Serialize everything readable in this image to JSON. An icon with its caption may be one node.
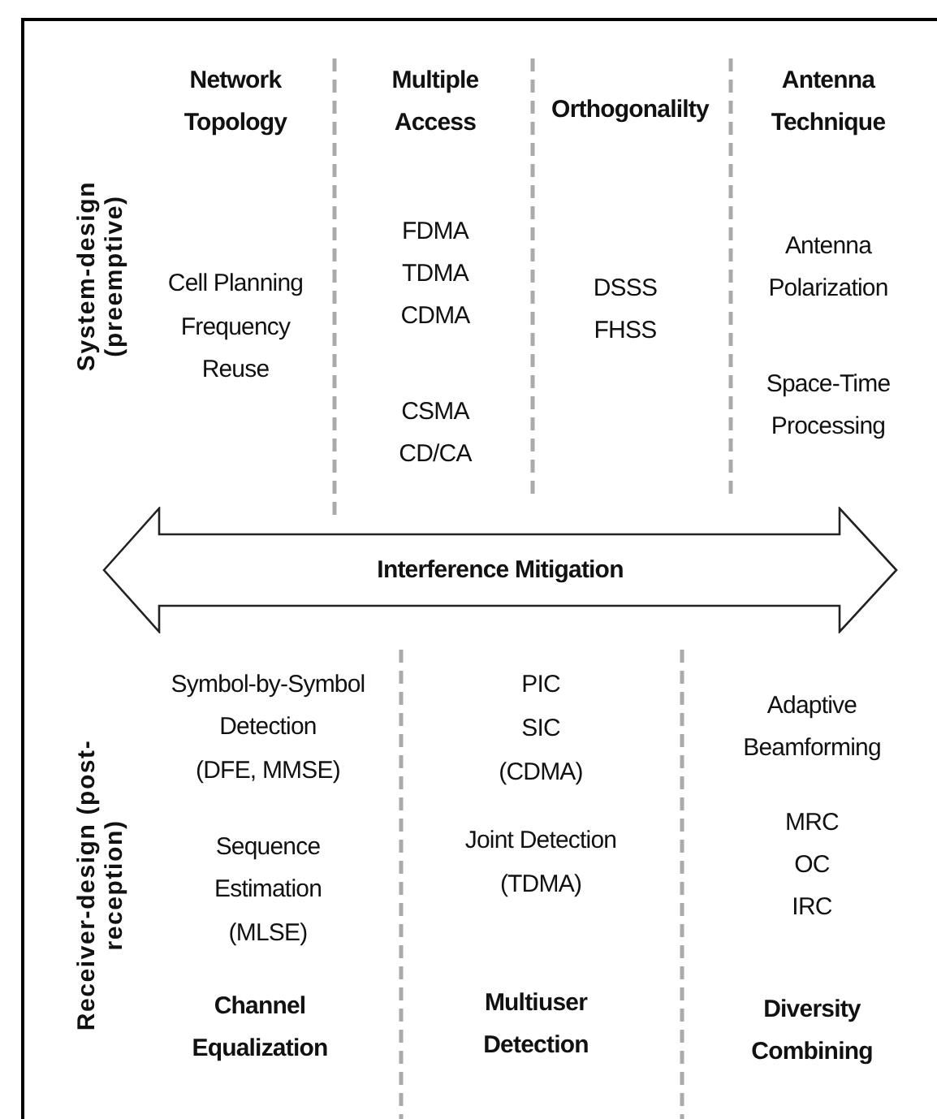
{
  "diagram": {
    "nodes": [
      {
        "text": [
          "Interference Mitigation"
        ]
      }
    ],
    "labels": [
      "System-design (preemptive)",
      "Network Topology",
      "Multiple Access",
      "Orthogonalilty",
      "Antenna Technique",
      "Cell Planning",
      "Frequency Reuse",
      "FDMA",
      "TDMA",
      "CDMA",
      "CSMA",
      "CD/CA",
      "DSSS",
      "FHSS",
      "Antenna Polarization",
      "Space-Time Processing",
      "Receiver-design (post-reception)",
      "Symbol-by-Symbol Detection",
      "(DFE, MMSE)",
      "Sequence Estimation",
      "(MLSE)",
      "PIC",
      "SIC",
      "(CDMA)",
      "Joint Detection",
      "(TDMA)",
      "Adaptive Beamforming",
      "MRC",
      "OC",
      "IRC",
      "Channel Equalization",
      "Multiuser Detection",
      "Diversity Combining"
    ]
  }
}
